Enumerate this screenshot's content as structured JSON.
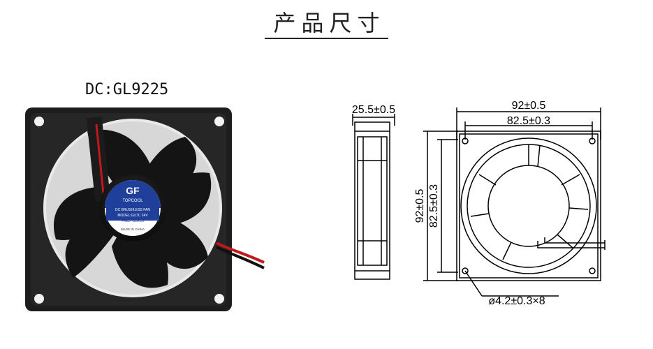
{
  "title": "产品尺寸",
  "model": "DC:GL9225",
  "label": {
    "brand": "TOPCOOL",
    "line1": "DC BRUSHLESS FAN",
    "line2": "MODEL:GLDC 24V",
    "line3": "+RED  -BLACK",
    "line4": "MADE IN CHINA"
  },
  "dimensions": {
    "depth": "25.5±0.5",
    "width_outer": "92±0.5",
    "width_inner": "82.5±0.3",
    "height_outer": "92±0.5",
    "height_inner": "82.5±0.3",
    "holes": "ø4.2±0.3×8"
  },
  "colors": {
    "fan_body": "#1b1b1b",
    "label_blue": "#1f3f9a",
    "wire_red": "#c0181c",
    "drawing_line": "#000000"
  }
}
